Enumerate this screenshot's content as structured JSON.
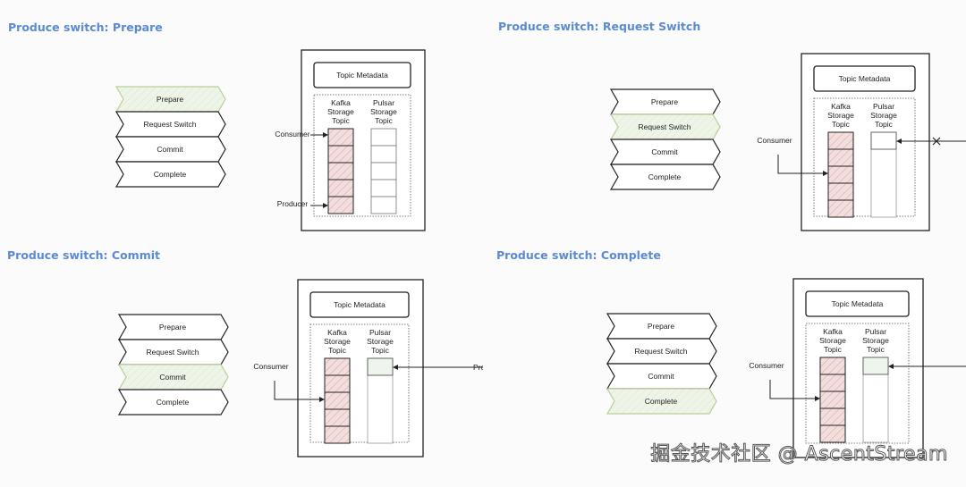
{
  "colors": {
    "title": "#5b8ad6",
    "active_step_fill": "#eef5e8",
    "active_step_stroke": "#b9cf9a",
    "kafka_fill": "#f3dede",
    "kafka_hatch": "#d9a0a0",
    "pulsar_active_fill": "#eef5ec"
  },
  "steps": [
    "Prepare",
    "Request Switch",
    "Commit",
    "Complete"
  ],
  "labels": {
    "topic_metadata": "Topic Metadata",
    "kafka_topic": [
      "Kafka",
      "Storage",
      "Topic"
    ],
    "pulsar_topic": [
      "Pulsar",
      "Storage",
      "Topic"
    ],
    "consumer": "Consumer",
    "producer": "Producer",
    "producer_clipped": "Prod"
  },
  "panels": [
    {
      "title": "Produce switch: Prepare",
      "active_step": 0,
      "producer_target": "kafka"
    },
    {
      "title": "Produce switch: Request Switch",
      "active_step": 1,
      "producer_target": "pulsar-blocked"
    },
    {
      "title": "Produce switch: Commit",
      "active_step": 2,
      "producer_target": "pulsar"
    },
    {
      "title": "Produce switch: Complete",
      "active_step": 3,
      "producer_target": "pulsar"
    }
  ],
  "watermark": "掘金技术社区 @ AscentStream"
}
